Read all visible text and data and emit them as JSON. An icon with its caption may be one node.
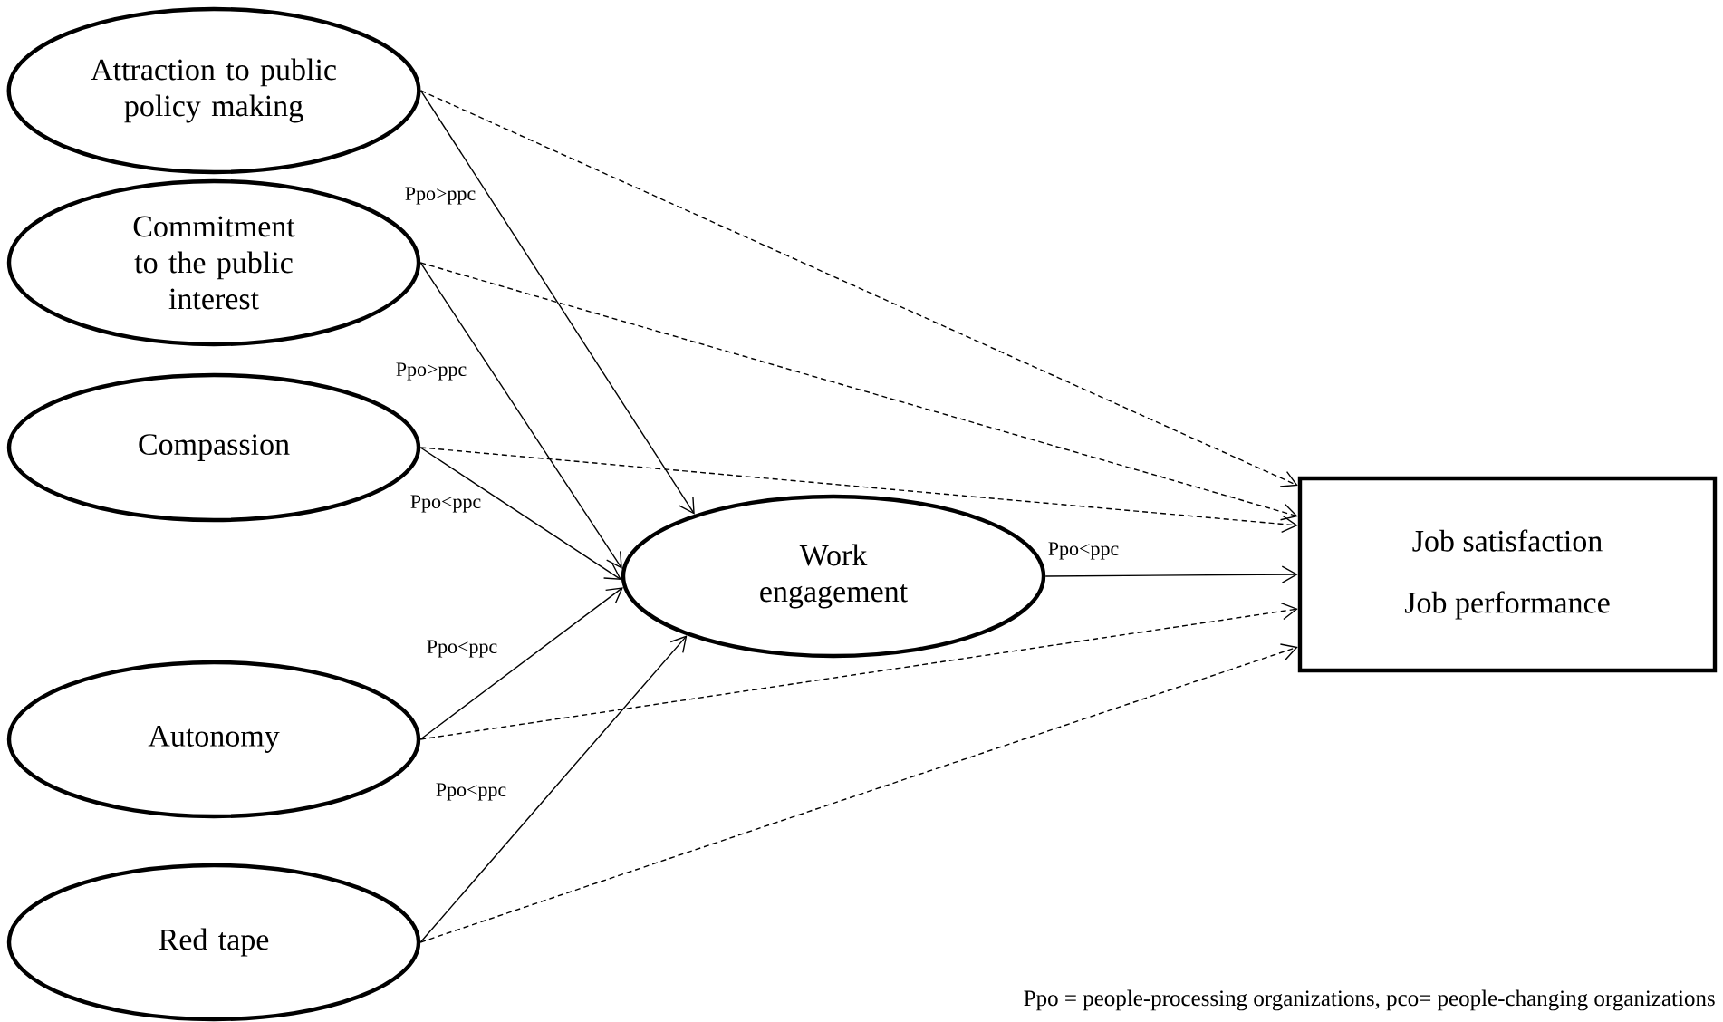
{
  "diagram": {
    "nodes": [
      {
        "text": [
          "Attraction to public policy making"
        ]
      },
      {
        "text": [
          "Commitment to the public interest"
        ]
      },
      {
        "text": [
          "Compassion"
        ]
      },
      {
        "text": [
          "Autonomy"
        ]
      },
      {
        "text": [
          "Red tape"
        ]
      },
      {
        "text": [
          "Work engagement"
        ]
      },
      {
        "text": [
          "Job satisfaction",
          "Job performance"
        ]
      }
    ],
    "edges": [
      {
        "from": 0,
        "to": 5,
        "arrow": "to",
        "label": "Ppo>ppc"
      },
      {
        "from": 1,
        "to": 5,
        "arrow": "to",
        "label": "Ppo>ppc"
      },
      {
        "from": 2,
        "to": 5,
        "arrow": "to",
        "label": "Ppo<ppc"
      },
      {
        "from": 3,
        "to": 5,
        "arrow": "to",
        "label": "Ppo<ppc"
      },
      {
        "from": 4,
        "to": 5,
        "arrow": "to",
        "label": "Ppo<ppc"
      },
      {
        "from": 5,
        "to": 6,
        "arrow": "to",
        "label": "Ppo<ppc"
      },
      {
        "from": 0,
        "to": 6,
        "arrow": "to",
        "style": "dashed"
      },
      {
        "from": 1,
        "to": 6,
        "arrow": "to",
        "style": "dashed"
      },
      {
        "from": 2,
        "to": 6,
        "arrow": "to",
        "style": "dashed"
      },
      {
        "from": 3,
        "to": 6,
        "arrow": "to",
        "style": "dashed"
      },
      {
        "from": 4,
        "to": 6,
        "arrow": "to",
        "style": "dashed"
      }
    ],
    "labels": [
      "Ppo = people-processing organizations, pco= people-changing organizations"
    ]
  }
}
